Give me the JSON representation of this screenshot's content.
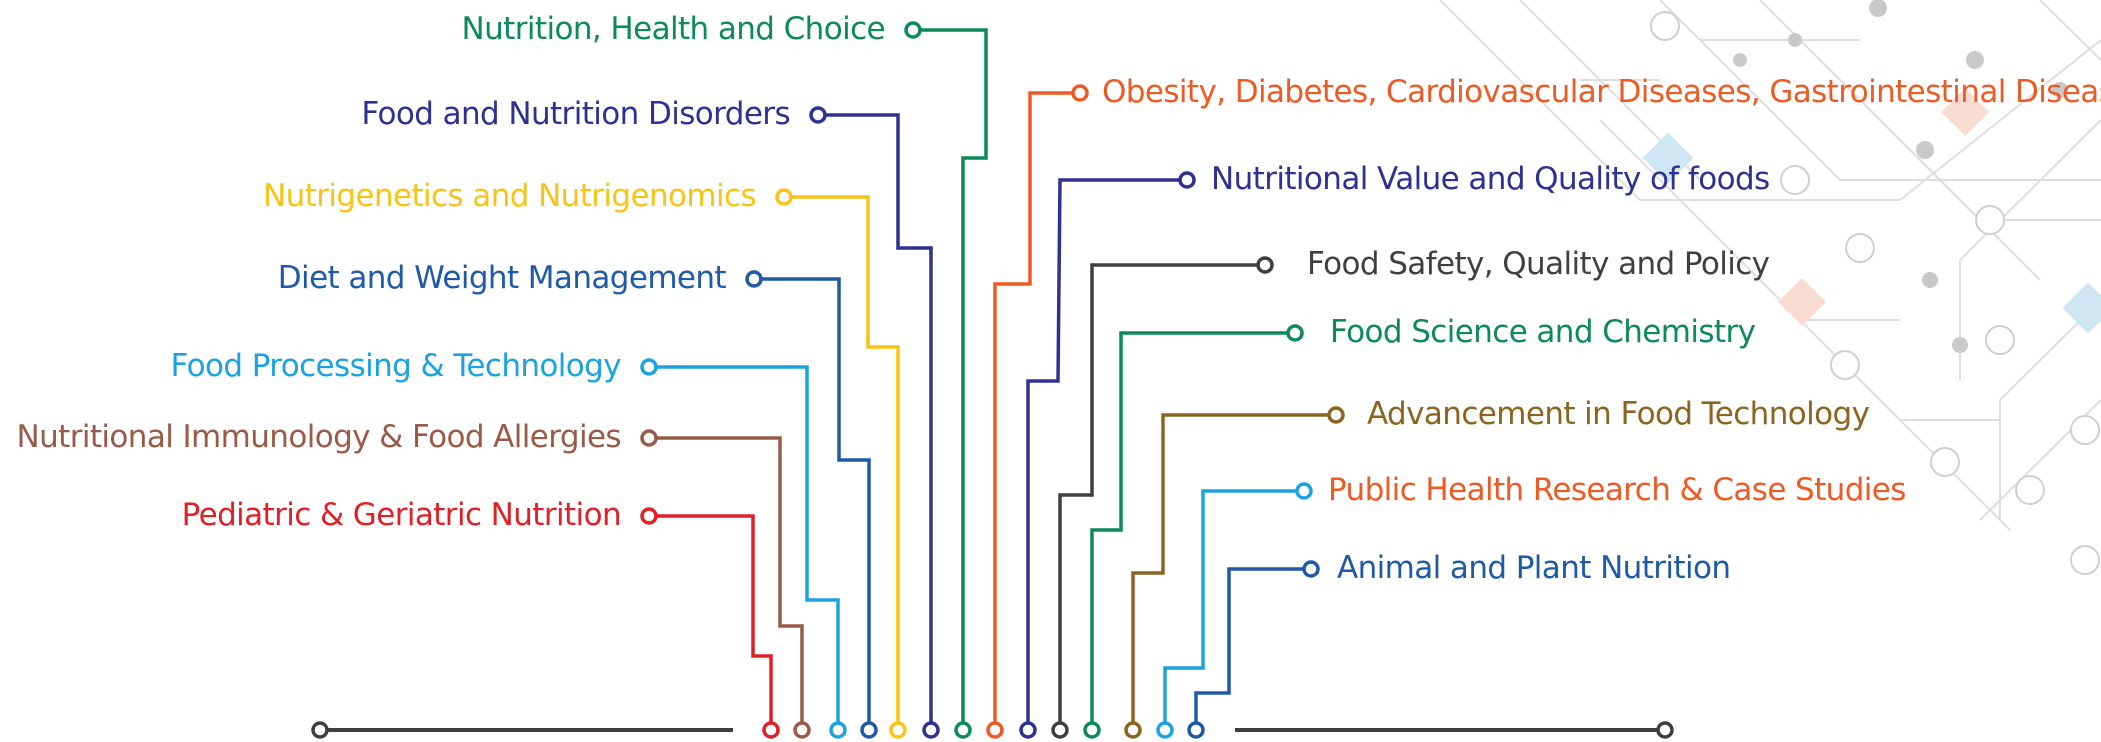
{
  "left_topics": [
    {
      "label": "Nutrition, Health and Choice",
      "color": "#0c8a5a"
    },
    {
      "label": "Food and Nutrition Disorders",
      "color": "#2e3192"
    },
    {
      "label": "Nutrigenetics and Nutrigenomics",
      "color": "#f7c416"
    },
    {
      "label": "Diet and Weight Management",
      "color": "#1f5aa8"
    },
    {
      "label": "Food Processing & Technology",
      "color": "#1aa3e0"
    },
    {
      "label": "Nutritional Immunology & Food Allergies",
      "color": "#9a5a48"
    },
    {
      "label": "Pediatric & Geriatric Nutrition",
      "color": "#e11f26"
    }
  ],
  "right_topics": [
    {
      "label": "Obesity, Diabetes, Cardiovascular Diseases, Gastrointestinal Diseases",
      "color": "#ee5a24"
    },
    {
      "label": "Nutritional Value and Quality of foods",
      "color": "#2e3192"
    },
    {
      "label": "Food Safety, Quality and Policy",
      "color": "#3f3f3f"
    },
    {
      "label": "Food Science and Chemistry",
      "color": "#0c8a5a"
    },
    {
      "label": "Advancement in Food Technology",
      "color": "#8b6520"
    },
    {
      "label": "Public Health Research & Case Studies",
      "color": "#ee5a24"
    },
    {
      "label": "Animal and Plant Nutrition",
      "color": "#1f5aa8"
    }
  ],
  "right_line_colors": [
    "#ee5a24",
    "#2e3192",
    "#3f3f3f",
    "#0c8a5a",
    "#8b6520",
    "#1aa3e0",
    "#1f5aa8"
  ],
  "baseline_color": "#3f3f3f",
  "background_pattern": "circuit-board"
}
